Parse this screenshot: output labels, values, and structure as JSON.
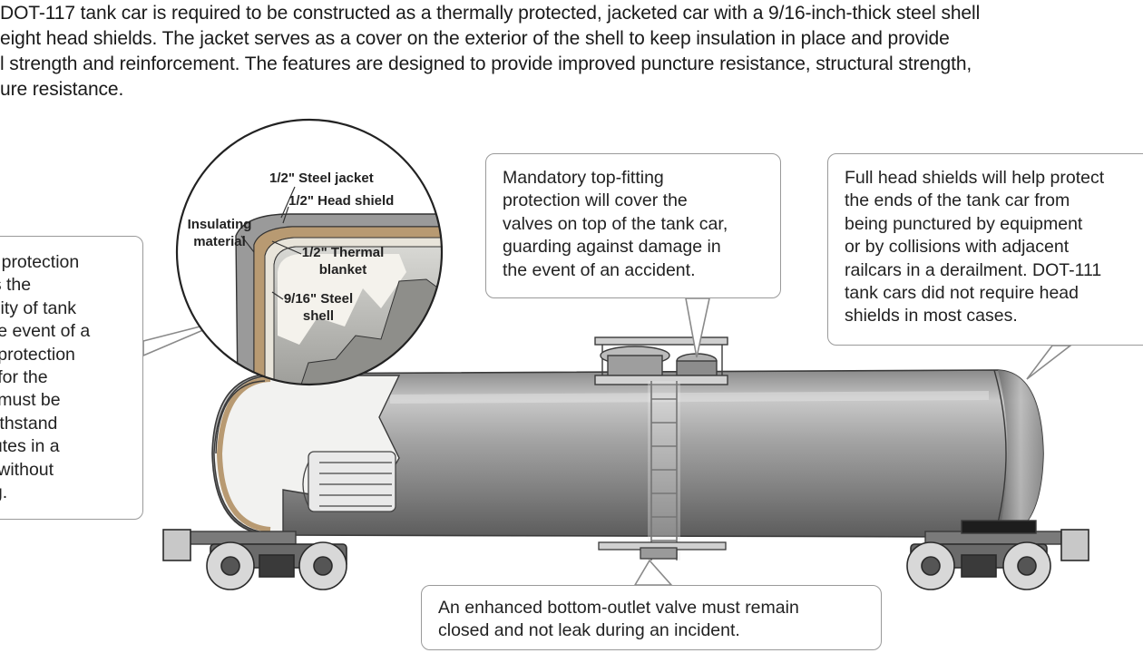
{
  "intro": {
    "lines": [
      "DOT-117 tank car is required to be constructed as a thermally protected, jacketed car with a 9/16-inch-thick steel shell",
      "eight head shields. The jacket serves as a cover on the exterior of the shell to keep insulation in place and provide",
      "l strength and reinforcement. The features are designed to provide improved puncture resistance, structural strength,",
      "ure resistance."
    ]
  },
  "callouts": {
    "left": {
      "lines": [
        "al protection",
        "es the",
        "bility of tank",
        "the event of a",
        "e protection",
        "d for the",
        "7 must be",
        "withstand",
        "nutes in a",
        "e without",
        "ng."
      ]
    },
    "top": {
      "lines": [
        "Mandatory top-fitting",
        "protection will cover the",
        "valves on top of the tank car,",
        "guarding against damage in",
        "the event of an accident."
      ]
    },
    "right": {
      "lines": [
        "Full head shields will help protect",
        "the ends of the tank car from",
        "being punctured by equipment",
        "or by collisions with adjacent",
        "railcars in a derailment. DOT-111",
        "tank cars did not require head",
        "shields in most cases."
      ]
    },
    "bottom": {
      "lines": [
        "An enhanced bottom-outlet valve must remain",
        "closed and not leak during an incident."
      ]
    }
  },
  "inset_labels": {
    "steel_jacket": "1/2\" Steel jacket",
    "head_shield": "1/2\" Head shield",
    "insulating_1": "Insulating",
    "insulating_2": "material",
    "thermal_1": "1/2\" Thermal",
    "thermal_2": "blanket",
    "shell_1": "9/16\" Steel",
    "shell_2": "shell"
  },
  "colors": {
    "callout_border": "#9a9a9a",
    "tank_body": "#a8a8a8",
    "thermal_blanket": "#b89a72",
    "shell_cutaway": "#f2f2f0"
  }
}
